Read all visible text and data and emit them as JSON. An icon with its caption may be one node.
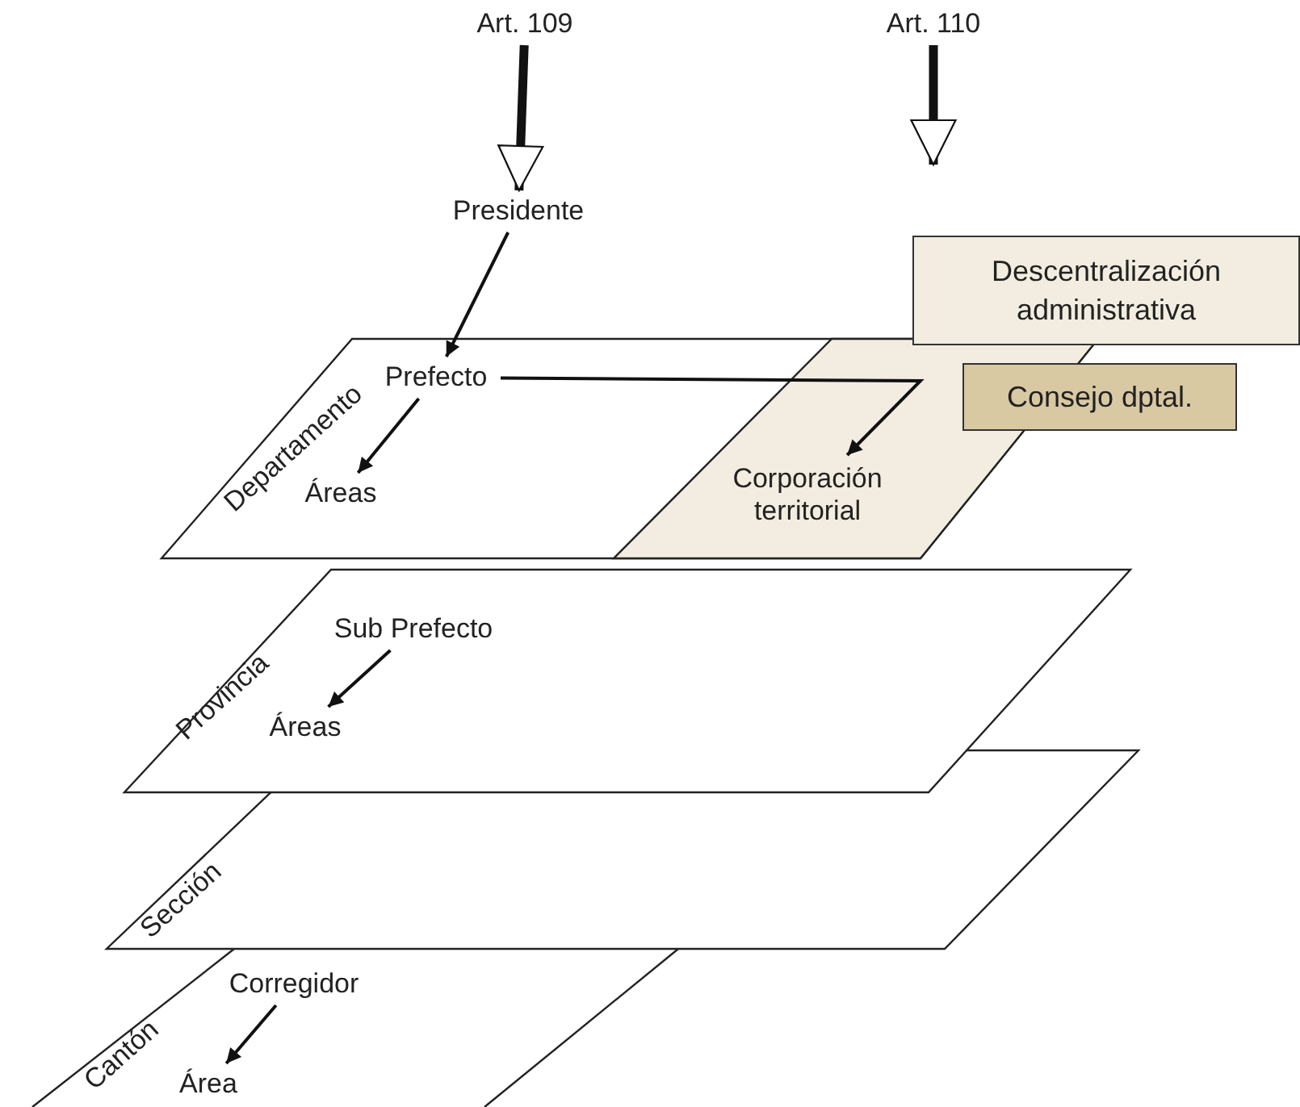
{
  "diagram": {
    "nodes": [
      {
        "text": [
          "Art. 109"
        ]
      },
      {
        "text": [
          "Art. 110"
        ]
      },
      {
        "text": [
          "Presidente"
        ]
      },
      {
        "text": [
          "Departamento"
        ]
      },
      {
        "text": [
          "Prefecto"
        ],
        "in": 3
      },
      {
        "text": [
          "Áreas"
        ],
        "in": 3
      },
      {
        "text": [
          "Corporación territorial"
        ],
        "in": 3
      },
      {
        "text": [
          "Descentralización administrativa"
        ]
      },
      {
        "text": [
          "Consejo dptal."
        ]
      },
      {
        "text": [
          "Provincia"
        ]
      },
      {
        "text": [
          "Sub Prefecto"
        ],
        "in": 9
      },
      {
        "text": [
          "Áreas"
        ],
        "in": 9
      },
      {
        "text": [
          "Sección"
        ]
      },
      {
        "text": [
          "Cantón"
        ]
      },
      {
        "text": [
          "Corregidor"
        ],
        "in": 13
      },
      {
        "text": [
          "Área"
        ],
        "in": 13
      }
    ],
    "edges": [
      {
        "from": 0,
        "to": 2,
        "arrow": "to",
        "style": "thick"
      },
      {
        "from": 1,
        "to": null,
        "arrow": "to",
        "style": "thick"
      },
      {
        "from": 2,
        "to": 4,
        "arrow": "to"
      },
      {
        "from": 4,
        "to": 5,
        "arrow": "to"
      },
      {
        "from": 4,
        "to": 6,
        "arrow": "to"
      },
      {
        "from": 10,
        "to": 11,
        "arrow": "to"
      },
      {
        "from": 14,
        "to": 15,
        "arrow": "to"
      }
    ]
  }
}
